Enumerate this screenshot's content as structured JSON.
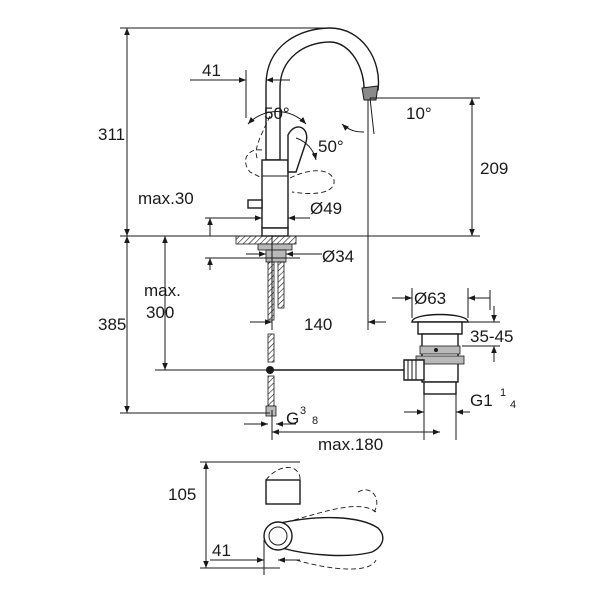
{
  "dimensions": {
    "height_total": "311",
    "height_lower": "385",
    "spout_height": "209",
    "handle_offset": "41",
    "handle_angle": "50°",
    "handle_angle_right": "50°",
    "spout_angle": "10°",
    "max_30": "max.30",
    "dia_49": "Ø49",
    "dia_34": "Ø34",
    "max_300_a": "max.",
    "max_300_b": "300",
    "reach_140": "140",
    "dia_63": "Ø63",
    "range_35_45": "35-45",
    "g1_main": "G1",
    "g1_num": "1",
    "g1_den": "4",
    "g38_main": "G",
    "g38_num": "3",
    "g38_den": "8",
    "max_180": "max.180",
    "top_105": "105",
    "top_41": "41"
  }
}
